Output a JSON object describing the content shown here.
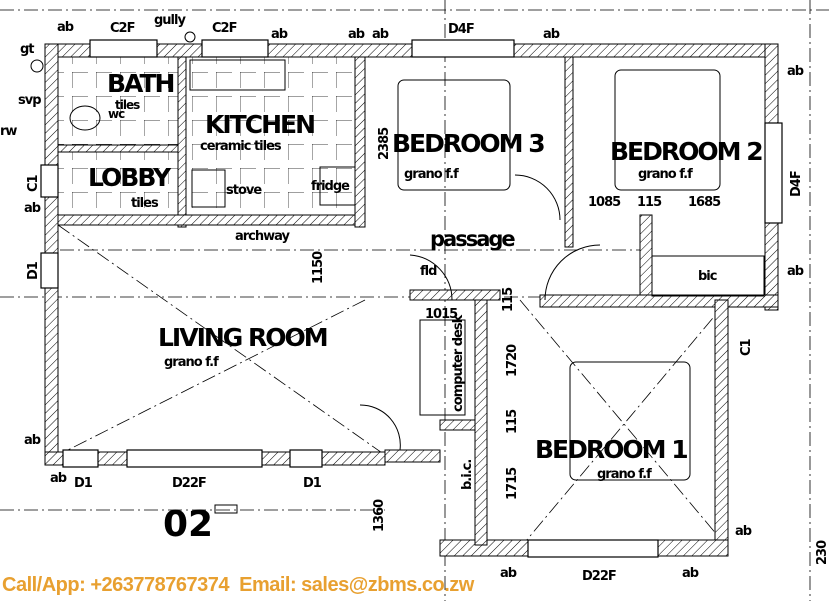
{
  "rooms": {
    "bath": "BATH",
    "kitchen": "KITCHEN",
    "lobby": "LOBBY",
    "bedroom3": "BEDROOM 3",
    "bedroom2": "BEDROOM 2",
    "bedroom1": "BEDROOM 1",
    "living": "LIVING ROOM",
    "passage": "passage"
  },
  "finishes": {
    "bath": "tiles",
    "lobby": "tiles",
    "kitchen": "ceramic tiles",
    "bedroom3": "grano f.f",
    "bedroom2": "grano f.f",
    "bedroom1": "grano f.f",
    "living": "grano f.f"
  },
  "fixtures": {
    "wc": "wc",
    "stove": "stove",
    "fridge": "fridge",
    "archway": "archway",
    "fld": "fld",
    "computer_desk": "computer desk",
    "bic": "bic",
    "b_i_c": "b.i.c.",
    "gully": "gully",
    "gt": "gt",
    "svp": "svp",
    "rw": "rw"
  },
  "openings": {
    "c2f": "C2F",
    "d4f": "D4F",
    "c1": "C1",
    "d1": "D1",
    "d22f": "D22F",
    "ab": "ab"
  },
  "dimensions": [
    "2385",
    "1085",
    "115",
    "1685",
    "1150",
    "1015",
    "115",
    "1720",
    "115",
    "1715",
    "1360",
    "230"
  ],
  "grid_label": "02",
  "top_note": "…",
  "contact": "Call/App: +263778767374  Email: sales@zbms.co.zw"
}
